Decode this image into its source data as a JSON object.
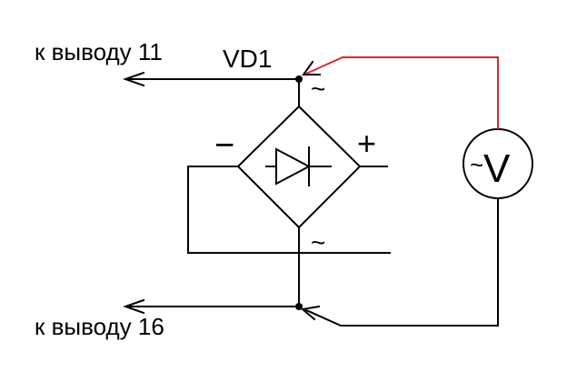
{
  "labels": {
    "terminal_top": "к выводу 11",
    "terminal_bottom": "к выводу 16",
    "component": "VD1",
    "ac_top": "~",
    "ac_bottom": "~",
    "minus": "−",
    "plus": "+",
    "meter_tilde": "~",
    "meter_letter": "V"
  },
  "colors": {
    "wire": "#000000",
    "probe_lead": "#d9282f",
    "background": "#ffffff"
  },
  "icons": {
    "bridge": "diode-bridge-icon",
    "meter": "voltmeter-icon",
    "diode": "diode-icon"
  }
}
